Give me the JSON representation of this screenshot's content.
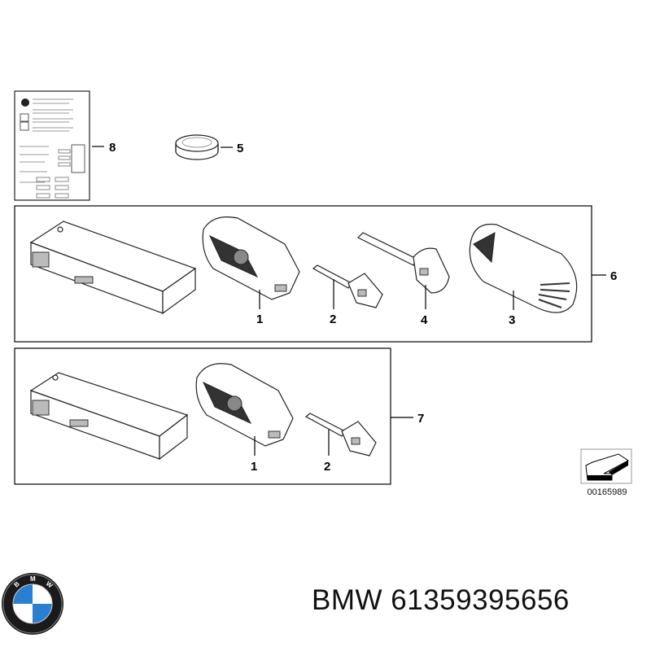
{
  "diagram": {
    "callouts": {
      "manual": "8",
      "battery": "5",
      "set_a": "6",
      "set_b": "7",
      "a_remote": "1",
      "a_key_blade": "2",
      "a_key_blade_alt": "4",
      "a_cover": "3",
      "b_remote": "1",
      "b_key_blade": "2"
    },
    "drawing_number": "00165989"
  },
  "footer": {
    "brand_logo": "BMW",
    "title": "BMW 61359395656"
  }
}
